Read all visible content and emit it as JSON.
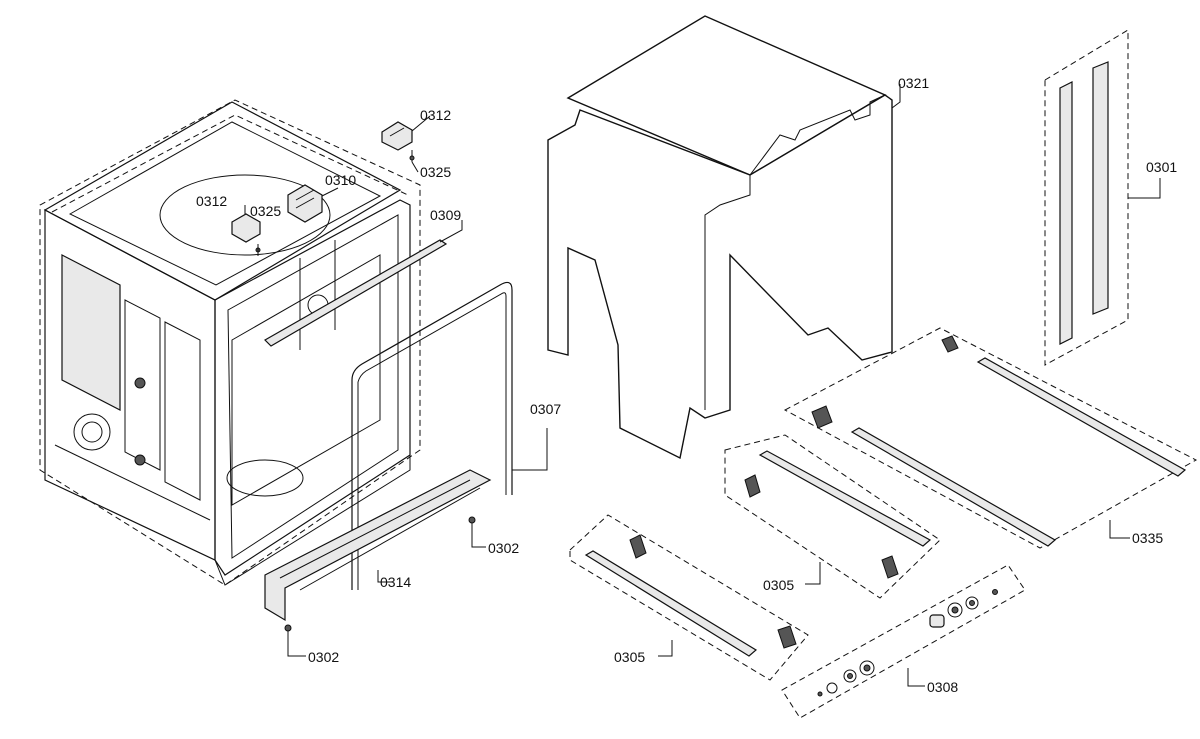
{
  "callouts": {
    "c0301": "0301",
    "c0302a": "0302",
    "c0302b": "0302",
    "c0305a": "0305",
    "c0305b": "0305",
    "c0307": "0307",
    "c0308": "0308",
    "c0309": "0309",
    "c0310": "0310",
    "c0312a": "0312",
    "c0312b": "0312",
    "c0314": "0314",
    "c0321": "0321",
    "c0325a": "0325",
    "c0325b": "0325",
    "c0335": "0335"
  }
}
